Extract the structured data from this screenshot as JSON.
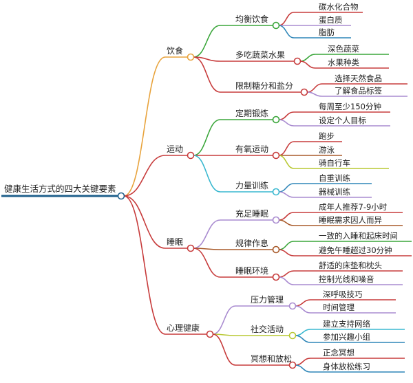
{
  "root": {
    "label": "健康生活方式的四大关键要素",
    "color": "#1f5f8b"
  },
  "branches": [
    {
      "label": "饮食",
      "color": "#e8a33c",
      "children": [
        {
          "label": "均衡饮食",
          "color": "#3aa63a",
          "leaves": [
            {
              "label": "碳水化合物",
              "color": "#c73b3b"
            },
            {
              "label": "蛋白质",
              "color": "#a98bd0"
            },
            {
              "label": "脂肪",
              "color": "#2f86b8"
            }
          ]
        },
        {
          "label": "多吃蔬菜水果",
          "color": "#c73b3b",
          "leaves": [
            {
              "label": "深色蔬菜",
              "color": "#3aa63a"
            },
            {
              "label": "水果种类",
              "color": "#c73b3b"
            }
          ]
        },
        {
          "label": "限制糖分和盐分",
          "color": "#c73b3b",
          "leaves": [
            {
              "label": "选择天然食品",
              "color": "#c73b3b"
            },
            {
              "label": "了解食品标签",
              "color": "#a98bd0"
            }
          ]
        }
      ]
    },
    {
      "label": "运动",
      "color": "#c73b3b",
      "children": [
        {
          "label": "定期锻炼",
          "color": "#3aa63a",
          "leaves": [
            {
              "label": "每周至少150分钟",
              "color": "#c73b3b"
            },
            {
              "label": "设定个人目标",
              "color": "#a98bd0"
            }
          ]
        },
        {
          "label": "有氧运动",
          "color": "#c73b3b",
          "leaves": [
            {
              "label": "跑步",
              "color": "#c73b3b"
            },
            {
              "label": "游泳",
              "color": "#a85a2a"
            },
            {
              "label": "骑自行车",
              "color": "#b8c832"
            }
          ]
        },
        {
          "label": "力量训练",
          "color": "#3ab8d0",
          "leaves": [
            {
              "label": "自重训练",
              "color": "#2f86b8"
            },
            {
              "label": "器械训练",
              "color": "#a98bd0"
            }
          ]
        }
      ]
    },
    {
      "label": "睡眠",
      "color": "#c73b3b",
      "children": [
        {
          "label": "充足睡眠",
          "color": "#a98bd0",
          "leaves": [
            {
              "label": "成年人推荐7-9小时",
              "color": "#c73b3b"
            },
            {
              "label": "睡眠需求因人而异",
              "color": "#a85a2a"
            }
          ]
        },
        {
          "label": "规律作息",
          "color": "#a85a2a",
          "leaves": [
            {
              "label": "一致的入睡和起床时间",
              "color": "#3aa63a"
            },
            {
              "label": "避免午睡超过30分钟",
              "color": "#c73b3b"
            }
          ]
        },
        {
          "label": "睡眠环境",
          "color": "#c73b3b",
          "leaves": [
            {
              "label": "舒适的床垫和枕头",
              "color": "#c73b3b"
            },
            {
              "label": "控制光线和噪音",
              "color": "#a98bd0"
            }
          ]
        }
      ]
    },
    {
      "label": "心理健康",
      "color": "#c73b3b",
      "children": [
        {
          "label": "压力管理",
          "color": "#a98bd0",
          "leaves": [
            {
              "label": "深呼吸技巧",
              "color": "#c73b3b"
            },
            {
              "label": "时间管理",
              "color": "#a98bd0"
            }
          ]
        },
        {
          "label": "社交活动",
          "color": "#b8c832",
          "leaves": [
            {
              "label": "建立支持网络",
              "color": "#3ab8d0"
            },
            {
              "label": "参加兴趣小组",
              "color": "#2f86b8"
            }
          ]
        },
        {
          "label": "冥想和放松",
          "color": "#c73b3b",
          "leaves": [
            {
              "label": "正念冥想",
              "color": "#c73b3b"
            },
            {
              "label": "身体放松练习",
              "color": "#2f86b8"
            }
          ]
        }
      ]
    }
  ]
}
